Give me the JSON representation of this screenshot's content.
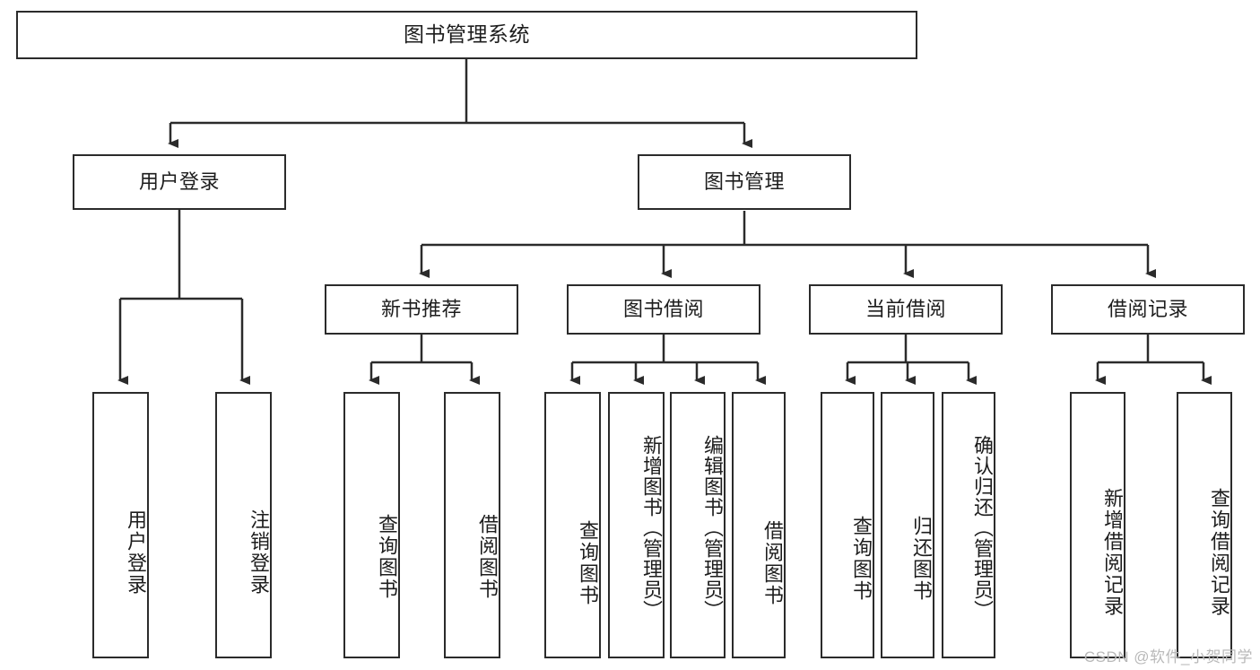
{
  "diagram": {
    "title": "图书管理系统",
    "type": "tree-hierarchy-chart",
    "root": {
      "label": "图书管理系统"
    },
    "level2": [
      {
        "label": "用户登录"
      },
      {
        "label": "图书管理"
      }
    ],
    "level3": [
      {
        "label": "新书推荐"
      },
      {
        "label": "图书借阅"
      },
      {
        "label": "当前借阅"
      },
      {
        "label": "借阅记录"
      }
    ],
    "leaves": {
      "user_login": [
        {
          "label": "用户登录"
        },
        {
          "label": "注销登录"
        }
      ],
      "new_book_recommend": [
        {
          "label": "查询图书"
        },
        {
          "label": "借阅图书"
        }
      ],
      "book_borrow": [
        {
          "label": "查询图书"
        },
        {
          "label": "新增图书（管理员）"
        },
        {
          "label": "编辑图书（管理员）"
        },
        {
          "label": "借阅图书"
        }
      ],
      "current_borrow": [
        {
          "label": "查询图书"
        },
        {
          "label": "归还图书"
        },
        {
          "label": "确认归还（管理员）"
        }
      ],
      "borrow_record": [
        {
          "label": "新增借阅记录"
        },
        {
          "label": "查询借阅记录"
        }
      ]
    }
  },
  "watermark": {
    "text": "CSDN @软件_小贺同学"
  },
  "colors": {
    "line": "#2b2b2b",
    "text": "#1d1d1d",
    "background": "#ffffff",
    "watermark": "#b9b9b9"
  }
}
